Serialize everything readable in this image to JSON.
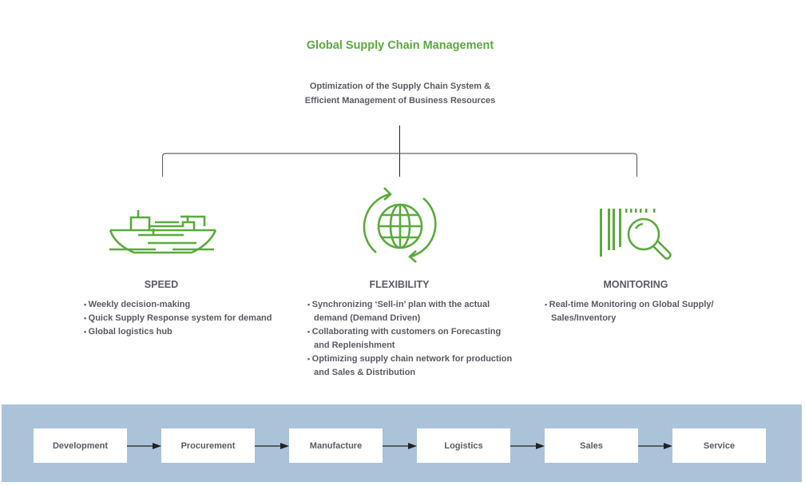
{
  "header": {
    "title": "Global Supply Chain Management",
    "subtitle_line1": "Optimization of the Supply Chain System &",
    "subtitle_line2": "Efficient Management of Business Resources"
  },
  "colors": {
    "accent_green": "#5aaa3c",
    "text_gray": "#5a5a64",
    "band_blue": "#abc3d9"
  },
  "columns": [
    {
      "icon": "cargo-ship-icon",
      "title": "SPEED",
      "bullets": [
        "Weekly decision-making",
        "Quick Supply Response system for demand",
        "Global logistics hub"
      ]
    },
    {
      "icon": "globe-cycle-icon",
      "title": "FLEXIBILITY",
      "bullets": [
        "Synchronizing ‘Sell-in’ plan with the actual demand (Demand Driven)",
        "Collaborating with customers on Forecasting and Replenishment",
        "Optimizing supply chain network for production and Sales & Distribution"
      ]
    },
    {
      "icon": "barcode-magnifier-icon",
      "title": "MONITORING",
      "bullets": [
        "Real-time Monitoring on Global Supply/ Sales/Inventory"
      ]
    }
  ],
  "process": {
    "steps": [
      "Development",
      "Procurement",
      "Manufacture",
      "Logistics",
      "Sales",
      "Service"
    ]
  }
}
